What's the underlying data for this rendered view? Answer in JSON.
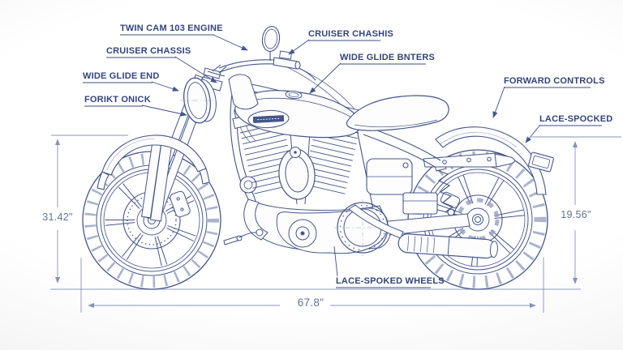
{
  "diagram": {
    "subject": "cruiser-motorcycle-blueprint",
    "style": "technical line drawing with callouts and dimensions"
  },
  "annotations": {
    "twin_cam": "TWIN CAM 103 ENGINE",
    "cruiser_chassis_left": "CRUISER CHASSIS",
    "wide_glide_end": "WIDE GLIDE END",
    "forikt_onick": "FORIKT ONICK",
    "cruiser_chashis_right": "CRUISER CHASHIS",
    "wide_glide_bnters": "WIDE GLIDE BNTERS",
    "forward_controls": "FORWARD CONTROLS",
    "lace_spocked": "LACE-SPOCKED",
    "lace_spoked_wheels": "LACE-SPOKED WHEELS"
  },
  "dimensions": {
    "front_height": "31.42\"",
    "rear_height": "19.56\"",
    "overall_length": "67.8\""
  },
  "icons": {
    "tank_emblem": "bar-and-shield-logo"
  },
  "colors": {
    "line": "#45568b",
    "line_light": "#93a0bf",
    "label_text": "#33447c",
    "dimension": "#8494b8",
    "dimension_text": "#60739f",
    "background": "#f1f1f2"
  }
}
